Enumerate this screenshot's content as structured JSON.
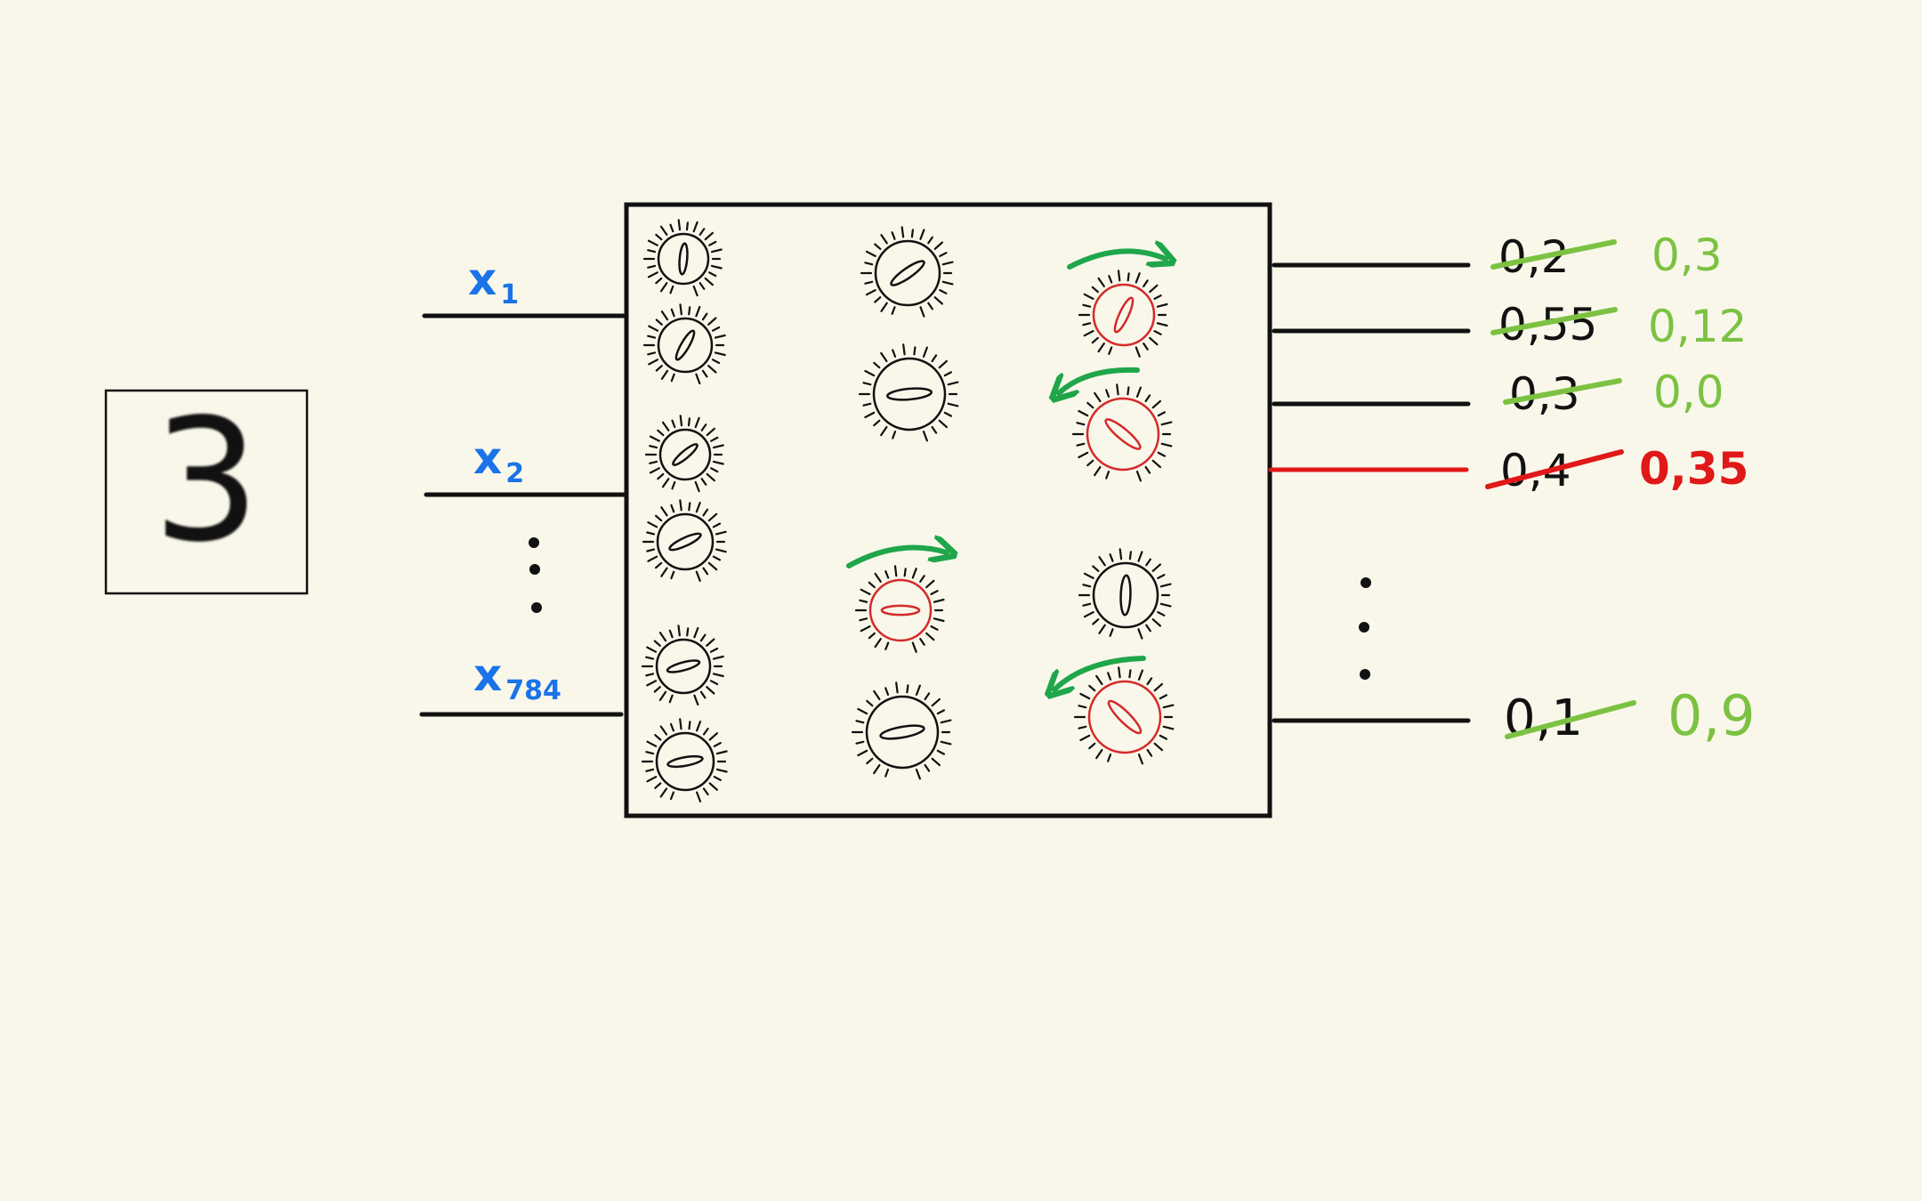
{
  "colors": {
    "background": "#f9f7ea",
    "ink": "#111111",
    "input_label": "#1a73e8",
    "adjusted_knob": "#d42a2a",
    "correct_value": "#7cc242",
    "arrow": "#1fa64a",
    "error_value": "#e01818"
  },
  "digit_image": {
    "digit": "3"
  },
  "inputs": [
    {
      "var": "x",
      "sub": "1"
    },
    {
      "var": "x",
      "sub": "2"
    },
    {
      "var": "x",
      "sub": "784"
    }
  ],
  "outputs": [
    {
      "old": "0,2",
      "new": "0,3",
      "status": "corrected"
    },
    {
      "old": "0,55",
      "new": "0,12",
      "status": "corrected"
    },
    {
      "old": "0,3",
      "new": "0,0",
      "status": "corrected"
    },
    {
      "old": "0,4",
      "new": "0,35",
      "status": "error"
    },
    {
      "old": "0,1",
      "new": "0,9",
      "status": "corrected"
    }
  ],
  "knobs": [
    {
      "column": 1,
      "needle_deg": 85,
      "adjusted": false
    },
    {
      "column": 1,
      "needle_deg": 60,
      "adjusted": false
    },
    {
      "column": 1,
      "needle_deg": 40,
      "adjusted": false
    },
    {
      "column": 1,
      "needle_deg": 25,
      "adjusted": false
    },
    {
      "column": 1,
      "needle_deg": 15,
      "adjusted": false
    },
    {
      "column": 1,
      "needle_deg": 10,
      "adjusted": false
    },
    {
      "column": 2,
      "needle_deg": 35,
      "adjusted": false
    },
    {
      "column": 2,
      "needle_deg": 5,
      "adjusted": false
    },
    {
      "column": 2,
      "needle_deg": 0,
      "adjusted": true,
      "arrow": "clockwise"
    },
    {
      "column": 2,
      "needle_deg": 10,
      "adjusted": false
    },
    {
      "column": 3,
      "needle_deg": 65,
      "adjusted": true,
      "arrow": "clockwise"
    },
    {
      "column": 3,
      "needle_deg": 140,
      "adjusted": true,
      "arrow": "counterclockwise"
    },
    {
      "column": 3,
      "needle_deg": 88,
      "adjusted": false
    },
    {
      "column": 3,
      "needle_deg": 135,
      "adjusted": true,
      "arrow": "counterclockwise"
    }
  ]
}
